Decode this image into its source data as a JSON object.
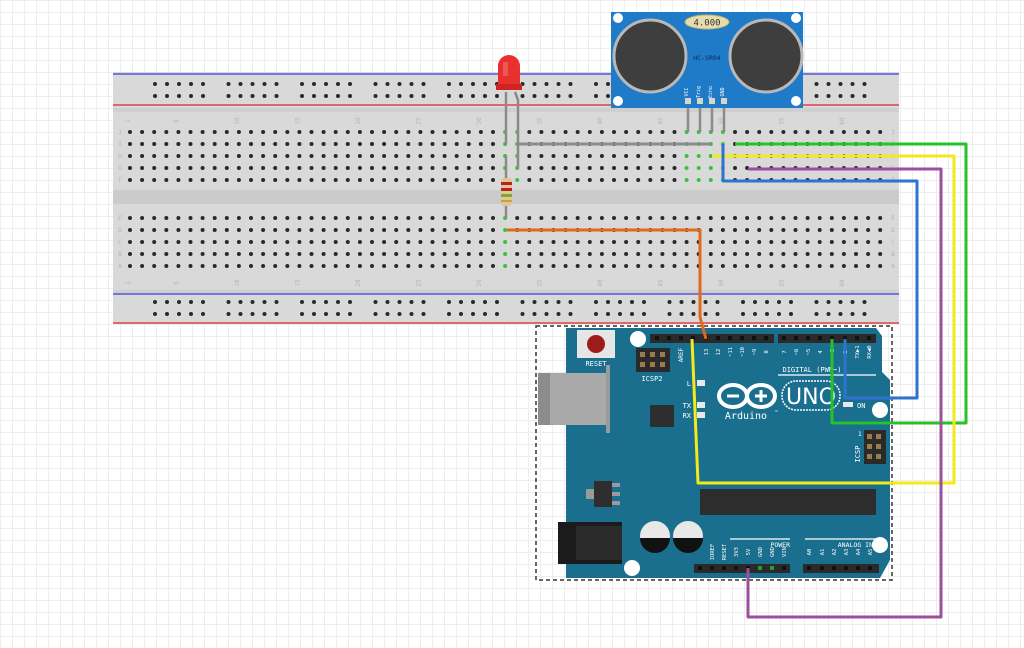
{
  "diagram": {
    "type": "fritzing-breadboard",
    "components": {
      "breadboard": {
        "columns": 63,
        "column_labels": [
          "1",
          "5",
          "10",
          "15",
          "20",
          "25",
          "30",
          "35",
          "40",
          "45",
          "50",
          "55",
          "60"
        ],
        "row_labels_top": [
          "J",
          "I",
          "H",
          "G",
          "F"
        ],
        "row_labels_bottom": [
          "E",
          "D",
          "C",
          "B",
          "A"
        ]
      },
      "ultrasonic": {
        "model": "HC-SR04",
        "crystal_label": "4.000",
        "pins": [
          "VCC",
          "Trig",
          "Echo",
          "GND"
        ],
        "color": "#1f7ac7"
      },
      "led": {
        "color": "#e8302e",
        "name": "Red LED"
      },
      "resistor": {
        "name": "Resistor"
      },
      "arduino": {
        "model": "UNO",
        "brand": "Arduino",
        "tm": "™",
        "reset_label": "RESET",
        "icsp2_label": "ICSP2",
        "icsp_label": "ICSP",
        "icsp_pin1": "1",
        "aref_label": "AREF",
        "digital_label": "DIGITAL (PWM~)",
        "digital_pins": [
          "13",
          "12",
          "~11",
          "~10",
          "~9",
          "8",
          "7",
          "~6",
          "~5",
          "4",
          "~3",
          "2",
          "TX▶1",
          "RX◀0"
        ],
        "led_labels": [
          "L",
          "TX",
          "RX"
        ],
        "on_label": "ON",
        "power_label": "POWER",
        "power_pins": [
          "IOREF",
          "RESET",
          "3V3",
          "5V",
          "GND",
          "GND",
          "VIN"
        ],
        "analog_label": "ANALOG IN",
        "analog_pins": [
          "A0",
          "A1",
          "A2",
          "A3",
          "A4",
          "A5"
        ],
        "board_color": "#1a6f8e"
      }
    },
    "wires": [
      {
        "name": "orange-wire",
        "color": "#e06a1a",
        "from": "Breadboard (resistor row)",
        "to": "Arduino pin 13"
      },
      {
        "name": "green-wire",
        "color": "#27c22a",
        "from": "HC-SR04 VCC row",
        "to": "Arduino digital pin 3"
      },
      {
        "name": "yellow-wire",
        "color": "#f2ea1a",
        "from": "HC-SR04 Echo row",
        "to": "Arduino pin 12"
      },
      {
        "name": "purple-wire",
        "color": "#9c4f9c",
        "from": "HC-SR04 row",
        "to": "Arduino 5V"
      },
      {
        "name": "blue-wire",
        "color": "#2f73cf",
        "from": "HC-SR04 GND row",
        "to": "Arduino digital pin 2"
      },
      {
        "name": "gray-wire",
        "color": "#8a8a8a",
        "from": "LED leg",
        "to": "HC-SR04 Trig row"
      }
    ]
  }
}
